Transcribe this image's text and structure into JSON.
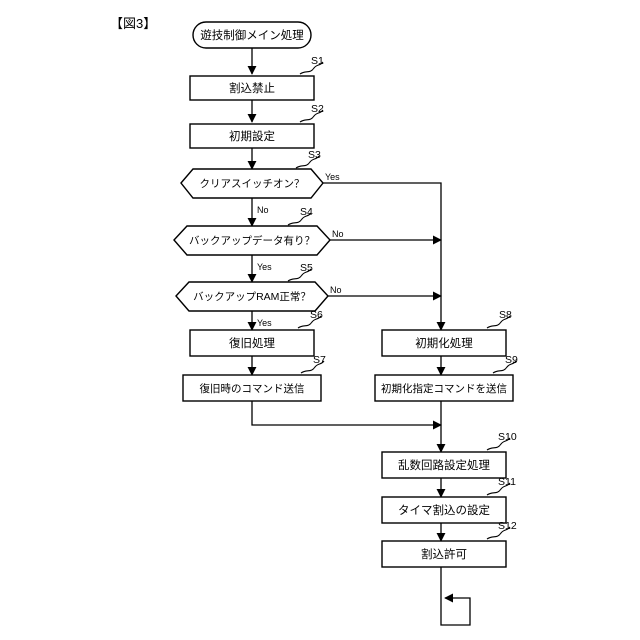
{
  "figure": {
    "label": "【図3】"
  },
  "flowchart": {
    "type": "flowchart",
    "start": {
      "id": "start",
      "shape": "terminator",
      "text": "遊技制御メイン処理"
    },
    "nodes": [
      {
        "id": "S1",
        "step": "S1",
        "shape": "process",
        "text": "割込禁止"
      },
      {
        "id": "S2",
        "step": "S2",
        "shape": "process",
        "text": "初期設定"
      },
      {
        "id": "S3",
        "step": "S3",
        "shape": "decision",
        "text": "クリアスイッチオン？"
      },
      {
        "id": "S4",
        "step": "S4",
        "shape": "decision",
        "text": "バックアップデータ有り？"
      },
      {
        "id": "S5",
        "step": "S5",
        "shape": "decision",
        "text": "バックアップRAM正常？"
      },
      {
        "id": "S6",
        "step": "S6",
        "shape": "process",
        "text": "復旧処理"
      },
      {
        "id": "S7",
        "step": "S7",
        "shape": "process",
        "text": "復旧時のコマンド送信"
      },
      {
        "id": "S8",
        "step": "S8",
        "shape": "process",
        "text": "初期化処理"
      },
      {
        "id": "S9",
        "step": "S9",
        "shape": "process",
        "text": "初期化指定コマンドを送信"
      },
      {
        "id": "S10",
        "step": "S10",
        "shape": "process",
        "text": "乱数回路設定処理"
      },
      {
        "id": "S11",
        "step": "S11",
        "shape": "process",
        "text": "タイマ割込の設定"
      },
      {
        "id": "S12",
        "step": "S12",
        "shape": "process",
        "text": "割込許可"
      }
    ],
    "branch_labels": {
      "s3_yes": "Yes",
      "s3_no": "No",
      "s4_no": "No",
      "s4_yes": "Yes",
      "s5_no": "No",
      "s5_yes": "Yes"
    },
    "colors": {
      "stroke": "#000000",
      "fill": "#ffffff",
      "background": "#ffffff"
    }
  }
}
